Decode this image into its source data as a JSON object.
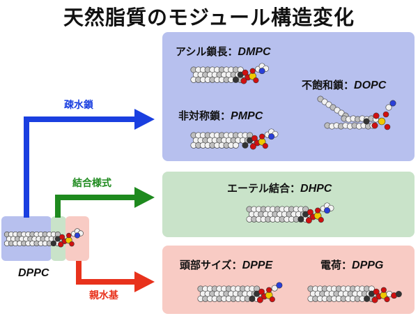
{
  "title": "天然脂質のモジュール構造変化",
  "dppc_label": "DPPC",
  "arrows": {
    "hydrophobic": {
      "label": "疎水鎖",
      "color": "#1a3fe0"
    },
    "linkage": {
      "label": "結合様式",
      "color": "#1e8a1e"
    },
    "hydrophilic": {
      "label": "親水基",
      "color": "#e8321c"
    }
  },
  "panels": {
    "blue": {
      "color": "#b7c0ee",
      "items": [
        {
          "prefix": "アシル鎖長：",
          "name": "DMPC"
        },
        {
          "prefix": "不飽和鎖：",
          "name": "DOPC"
        },
        {
          "prefix": "非対称鎖：",
          "name": "PMPC"
        }
      ]
    },
    "green": {
      "color": "#c9e3c9",
      "items": [
        {
          "prefix": "エーテル結合：",
          "name": "DHPC"
        }
      ]
    },
    "red": {
      "color": "#f8cbc4",
      "items": [
        {
          "prefix": "頭部サイズ：",
          "name": "DPPE"
        },
        {
          "prefix": "電荷：",
          "name": "DPPG"
        }
      ]
    }
  }
}
